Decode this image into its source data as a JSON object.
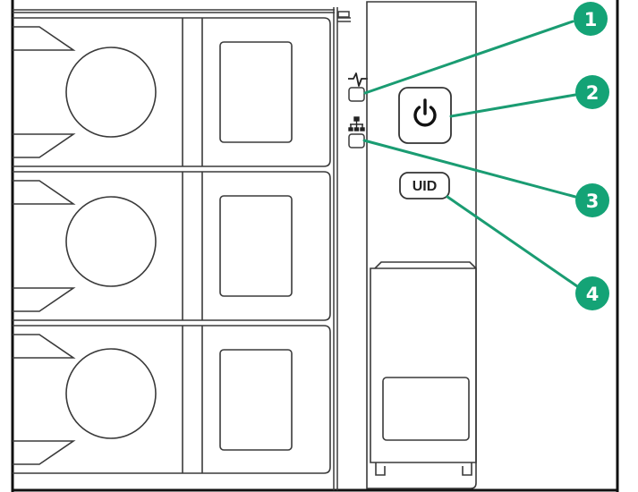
{
  "buttons": {
    "uid_label": "UID"
  },
  "callouts": [
    {
      "label": "1"
    },
    {
      "label": "2"
    },
    {
      "label": "3"
    },
    {
      "label": "4"
    }
  ],
  "colors": {
    "callout_fill": "#14a376",
    "callout_line": "#1a9c72",
    "outline": "#3a3a3a",
    "panel_bg": "#ffffff"
  },
  "icons": {
    "health_led": "heartbeat-icon",
    "nic_led": "network-icon",
    "power_button": "power-icon"
  }
}
